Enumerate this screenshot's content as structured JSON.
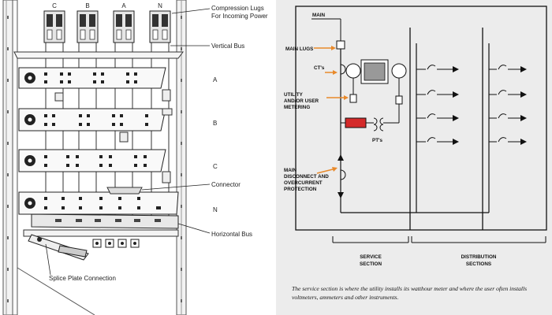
{
  "left": {
    "phase_top": [
      "C",
      "B",
      "A",
      "N"
    ],
    "compression_lugs": "Compression Lugs\nFor Incoming Power",
    "vertical_bus": "Vertical Bus",
    "bus_labels": [
      "A",
      "B",
      "C",
      "N"
    ],
    "connector": "Connector",
    "horizontal_bus": "Horizontal Bus",
    "splice_plate": "Splice Plate Connection"
  },
  "right": {
    "main": "MAIN",
    "main_lugs": "MAIN LUGS",
    "cts": "CT's",
    "metering": "UTILITY\nAND/OR USER\nMETERING",
    "pts": "PT's",
    "disconnect": "MAIN\nDISCONNECT AND\nOVERCURRENT\nPROTECTION",
    "service_section": "SERVICE\nSECTION",
    "distribution_sections": "DISTRIBUTION\nSECTIONS",
    "caption": "The service section is where the utility installs its watthour meter and where the user often installs voltmeters, ammeters and other instruments."
  },
  "colors": {
    "arrow": "#e8892a",
    "pt_red": "#d42a2a",
    "meter_gray": "#999999"
  }
}
